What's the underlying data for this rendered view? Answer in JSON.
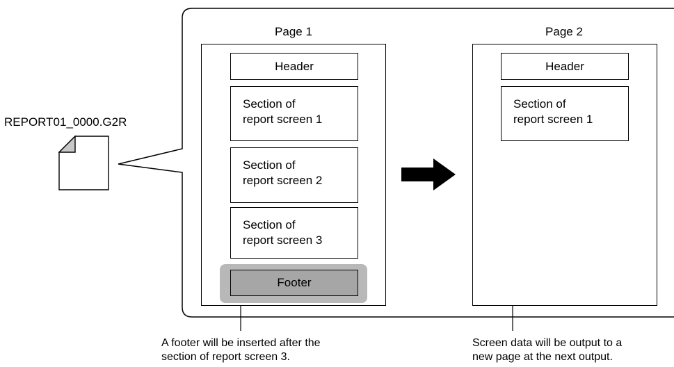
{
  "file": {
    "name": "REPORT01_0000.G2R"
  },
  "page1": {
    "title": "Page 1",
    "header": "Header",
    "sections": [
      {
        "line1": "Section of",
        "line2": "report screen 1"
      },
      {
        "line1": "Section of",
        "line2": "report screen 2"
      },
      {
        "line1": "Section of",
        "line2": "report screen 3"
      }
    ],
    "footer": "Footer",
    "note_line1": "A footer will be inserted after the",
    "note_line2": "section of report screen 3."
  },
  "page2": {
    "title": "Page 2",
    "header": "Header",
    "section": {
      "line1": "Section of",
      "line2": "report screen 1"
    },
    "note_line1": "Screen data will be output to a",
    "note_line2": "new page at the next output."
  },
  "colors": {
    "footer_highlight": "#b8b8b8",
    "footer_fill": "#a6a6a6",
    "doc_corner": "#c8c8c8"
  }
}
